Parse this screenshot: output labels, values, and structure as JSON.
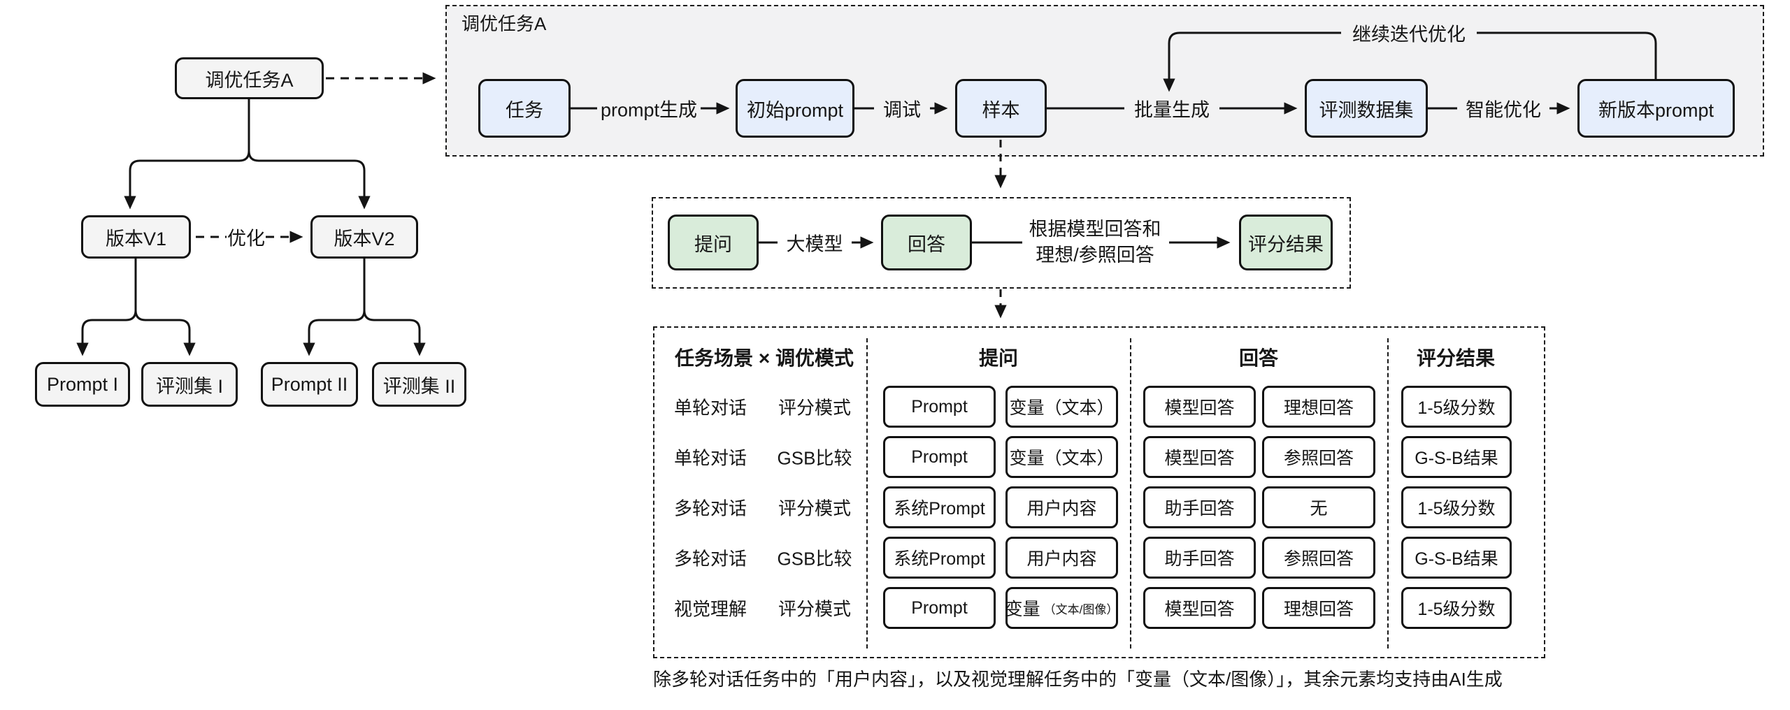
{
  "left_tree": {
    "root": "调优任务A",
    "v1": "版本V1",
    "v2": "版本V2",
    "optimize": "优化",
    "children": [
      "Prompt I",
      "评测集 I",
      "Prompt II",
      "评测集 II"
    ]
  },
  "pipeline": {
    "title": "调优任务A",
    "task": "任务",
    "initial_prompt": "初始prompt",
    "sample": "样本",
    "eval_dataset": "评测数据集",
    "new_prompt": "新版本prompt",
    "label_generate": "prompt生成",
    "label_debug": "调试",
    "label_batch": "批量生成",
    "label_optimize": "智能优化",
    "label_iterate": "继续迭代优化"
  },
  "eval_flow": {
    "ask": "提问",
    "answer": "回答",
    "score": "评分结果",
    "label_model": "大模型",
    "score_note_line1": "根据模型回答和",
    "score_note_line2": "理想/参照回答"
  },
  "table": {
    "header_scenario": "任务场景 × 调优模式",
    "header_ask": "提问",
    "header_answer": "回答",
    "header_score": "评分结果",
    "rows": [
      {
        "scenario": "单轮对话",
        "mode": "评分模式",
        "q1": "Prompt",
        "q2": "变量（文本）",
        "q2_note": "",
        "a1": "模型回答",
        "a2": "理想回答",
        "score": "1-5级分数"
      },
      {
        "scenario": "单轮对话",
        "mode": "GSB比较",
        "q1": "Prompt",
        "q2": "变量（文本）",
        "q2_note": "",
        "a1": "模型回答",
        "a2": "参照回答",
        "score": "G-S-B结果"
      },
      {
        "scenario": "多轮对话",
        "mode": "评分模式",
        "q1": "系统Prompt",
        "q2": "用户内容",
        "q2_note": "",
        "a1": "助手回答",
        "a2": "无",
        "score": "1-5级分数"
      },
      {
        "scenario": "多轮对话",
        "mode": "GSB比较",
        "q1": "系统Prompt",
        "q2": "用户内容",
        "q2_note": "",
        "a1": "助手回答",
        "a2": "参照回答",
        "score": "G-S-B结果"
      },
      {
        "scenario": "视觉理解",
        "mode": "评分模式",
        "q1": "Prompt",
        "q2": "变量",
        "q2_note": "（文本/图像）",
        "a1": "模型回答",
        "a2": "理想回答",
        "score": "1-5级分数"
      }
    ]
  },
  "footnote": "除多轮对话任务中的「用户内容」，以及视觉理解任务中的「变量（文本/图像）」，其余元素均支持由AI生成",
  "colors": {
    "node_gray": "#f4f4f4",
    "node_blue": "#e6eefc",
    "node_green": "#d9ecda",
    "panel_gray": "#f2f2f3",
    "line": "#141414"
  }
}
